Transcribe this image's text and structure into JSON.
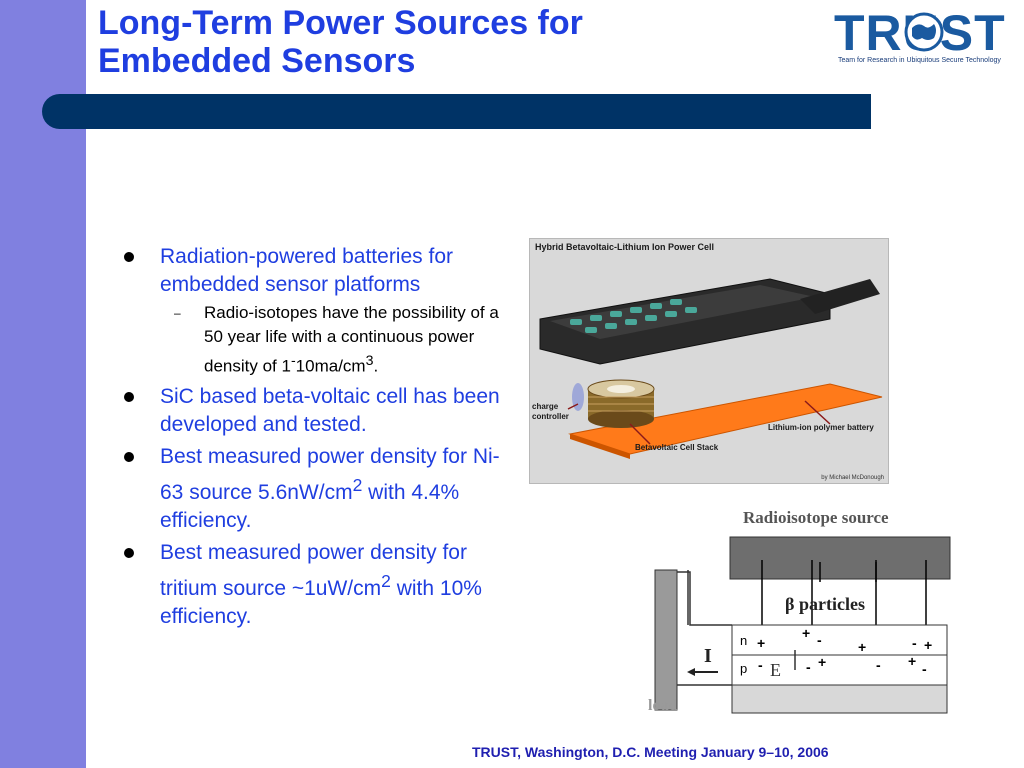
{
  "slide": {
    "title_line1": "Long-Term Power Sources for",
    "title_line2": "Embedded Sensors",
    "footer": "TRUST, Washington, D.C. Meeting January 9–10, 2006"
  },
  "logo": {
    "word": "TRUST",
    "tagline": "Team for Research in Ubiquitous Secure Technology"
  },
  "bullets": {
    "b1": "Radiation-powered batteries for embedded sensor platforms",
    "b1_sub1_text": "Radio-isotopes have the possibility of a 50 year life with a continuous power density of 1",
    "b1_sub1_sup1": "-",
    "b1_sub1_mid": "10ma/cm",
    "b1_sub1_sup2": "3",
    "b1_sub1_end": ".",
    "b2": "SiC based beta-voltaic cell has been developed and tested.",
    "b3_text": "Best measured power density for Ni-63 source 5.6nW/cm",
    "b3_sup": "2",
    "b3_end": " with 4.4% efficiency.",
    "b4_text": "Best measured power density for tritium source ~1uW/cm",
    "b4_sup": "2",
    "b4_end": " with 10% efficiency."
  },
  "figure1": {
    "title": "Hybrid Betavoltaic-Lithium Ion Power Cell",
    "label_charge": "charge controller",
    "label_stack": "Betavoltaic Cell Stack",
    "label_battery": "Lithium-ion polymer battery",
    "credit": "by Michael McDonough"
  },
  "figure2": {
    "source_label": "Radioisotope source",
    "particles_label": "β particles",
    "n_label": "n",
    "p_label": "p",
    "current_label": "I",
    "field_label": "E",
    "load_label": "load"
  },
  "colors": {
    "left_bar": "#8080e0",
    "title": "#1f3ee0",
    "header_bar": "#003366",
    "orange": "#ff7a1a"
  }
}
